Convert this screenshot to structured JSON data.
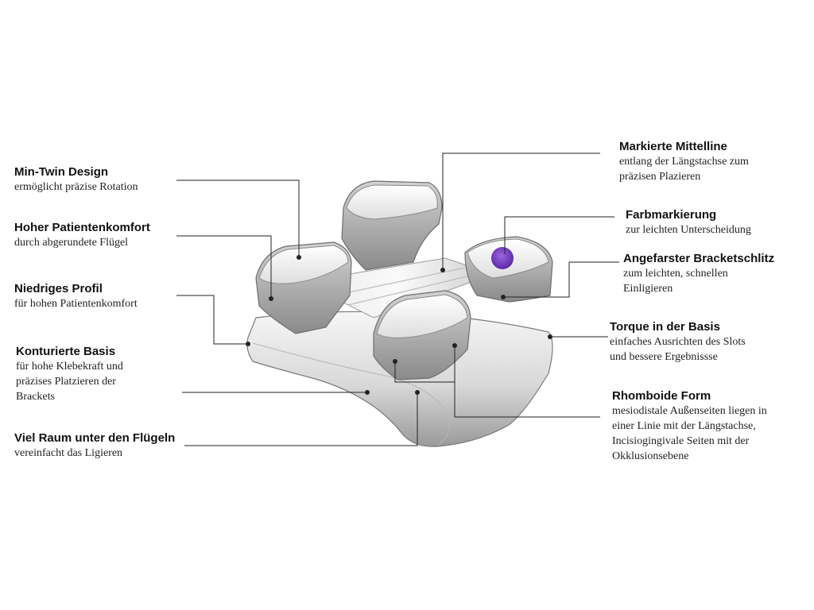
{
  "colors": {
    "leader_line": "#222222",
    "metal_light": "#f4f4f4",
    "metal_mid": "#c9c9c9",
    "metal_dark": "#8e8e8e",
    "color_marker": "#7b3fc4"
  },
  "labels": {
    "min_twin": {
      "title": "Min-Twin Design",
      "desc": "ermöglicht präzise Rotation"
    },
    "patient_comfort": {
      "title": "Hoher Patientenkomfort",
      "desc": "durch abgerundete Flügel"
    },
    "low_profile": {
      "title": "Niedriges Profil",
      "desc": "für hohen Patientenkomfort"
    },
    "contoured_base": {
      "title": "Konturierte Basis",
      "desc": "für hohe Klebekraft und\npräzises Platzieren der\nBrackets"
    },
    "space_under_wings": {
      "title": "Viel Raum unter den Flügeln",
      "desc": "vereinfacht das Ligieren"
    },
    "marked_midline": {
      "title": "Markierte Mittelline",
      "desc": "entlang der Längstachse zum\npräzisen Plazieren"
    },
    "color_marking": {
      "title": "Farbmarkierung",
      "desc": "zur leichten Unterscheidung"
    },
    "chamfered_slot": {
      "title": "Angefarster Bracketschlitz",
      "desc": "zum leichten, schnellen\nEinligieren"
    },
    "torque_in_base": {
      "title": "Torque in der Basis",
      "desc": " einfaches Ausrichten des Slots\nund bessere Ergebnissse"
    },
    "rhomboid_form": {
      "title": "Rhomboide Form",
      "desc": "mesiodistale Außenseiten liegen in\neiner Linie mit der Längstachse,\nIncisiogingivale Seiten mit der\nOkklusionsebene"
    }
  }
}
